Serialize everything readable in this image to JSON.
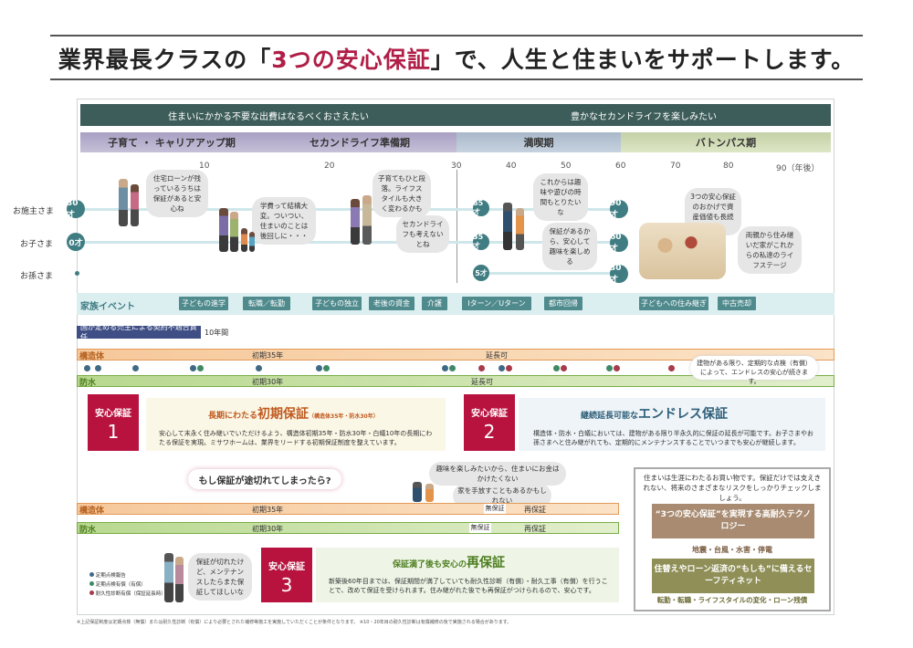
{
  "title": {
    "prefix": "業界最長クラスの「",
    "highlight": "3つの安心保証",
    "suffix": "」で、人生と住まいをサポートします。"
  },
  "bands": {
    "left": "住まいにかかる不要な出費はなるべくおさえたい",
    "right": "豊かなセカンドライフを楽しみたい"
  },
  "phases": [
    "子育て ・ キャリアアップ期",
    "セカンドライフ準備期",
    "満喫期",
    "バトンパス期"
  ],
  "ticks": [
    "10",
    "20",
    "30",
    "40",
    "50",
    "60",
    "70",
    "80",
    "90（年後）"
  ],
  "rows": {
    "owner": "お施主さま",
    "child": "お子さま",
    "grandchild": "お孫さま"
  },
  "ages": {
    "owner_start": "30才",
    "child_start": "0才",
    "owner_65": "65才",
    "child_35": "35才",
    "grand_5": "5才",
    "owner_90": "90才",
    "child_60": "60才",
    "grand_30": "30才"
  },
  "bubbles": {
    "b1": "住宅ローンが残っているうちは保証があると安心ね",
    "b2": "学費って結構大変。ついつい、住まいのことは後回しに・・・",
    "b3": "子育てもひと段落。ライフスタイルも大きく変わるかも",
    "b4": "セカンドライフも考えないとね",
    "b5": "これからは趣味や遊びの時間もとりたいな",
    "b6": "保証があるから、安心して趣味を楽しめる",
    "b7": "3つの安心保証のおかげで資産価値も長続き",
    "b8": "両親から住み継いだ家がこれからの私達のライフステージ"
  },
  "family_event": {
    "label": "家族イベント",
    "items": [
      "子どもの進学",
      "転職／転勤",
      "子どもの独立",
      "老後の資金",
      "介護",
      "Iターン／Uターン",
      "都市回帰",
      "子どもへの住み継ぎ",
      "中古売却"
    ]
  },
  "legal": {
    "label": "国が定める売主による契約不適合責任",
    "years": "10年間"
  },
  "timeline1": {
    "struct": "構造体",
    "water": "防水",
    "struct_init": "初期35年",
    "water_init": "初期30年",
    "ext": "延長可",
    "note": "建物がある限り、定期的な点検（有償）によって、エンドレスの安心が続きます。"
  },
  "card1": {
    "tag": "安心保証",
    "num": "1",
    "title_small": "長期にわたる",
    "title_big": "初期保証",
    "sub": "（構造体35年・防水30年）",
    "body": "安心して末永く住み継いでいただけるよう、構造体初期35年・防水30年・白蟻10年の長期にわたる保証を実現。ミサワホームは、業界をリードする初期保証制度を整えています。"
  },
  "card2": {
    "tag": "安心保証",
    "num": "2",
    "title_small": "継続延長可能な",
    "title_big": "エンドレス保証",
    "body": "構造体・防水・白蟻においては、建物がある限り半永久的に保証の延長が可能です。お子さまやお孫さまへと住み継がれても、定期的にメンテナンスすることでいつまでも安心が継続します。"
  },
  "question": "もし保証が途切れてしまったら?",
  "bubbles2": {
    "q1": "趣味を楽しみたいから、住まいにお金はかけたくない",
    "q2": "家を手放すこともあるかもしれない"
  },
  "timeline2": {
    "struct": "構造体",
    "water": "防水",
    "struct_init": "初期35年",
    "water_init": "初期30年",
    "none": "無保証",
    "re": "再保証"
  },
  "card3": {
    "tag": "安心保証",
    "num": "3",
    "title_small": "保証満了後も安心の",
    "title_big": "再保証",
    "body": "新築後60年目までは、保証期間が満了していても耐久性診断（有償）・耐久工事（有償）を行うことで、改めて保証を受けられます。住み継がれた後でも再保証がつけられるので、安心です。"
  },
  "bubble3": "保証が切れたけど、メンテナンスしたらまた保証してほしいな",
  "legend": [
    "定期点検報告",
    "定期点検有償（有償）",
    "耐久性診断有償（保証延長時）"
  ],
  "sidebox": {
    "intro": "住まいは生涯にわたるお買い物です。保証だけでは支えきれない、将来のさまざまなリスクをしっかりチェックしましょう。",
    "btn1": "“3つの安心保証”を実現する高耐久テクノロジー",
    "risk1": "地震・台風・水害・停電",
    "btn2": "住替えやローン返済の“もしも”に備えるセーフティネット",
    "risk2": "転勤・転職・ライフスタイルの変化・ローン残債"
  },
  "footnote": "※上記保証制度は定期点検（無償）または耐久性診断（有償）により必要とされた補修等施工を実施していただくことが条件となります。 ※10・20年目の耐久性診断は有償補修の後で実施される場合があります。",
  "colors": {
    "accent": "#b01e47",
    "band": "#3d5d5a",
    "teal": "#4f8a8d",
    "orange": "#e39a58",
    "green": "#79ad44"
  }
}
